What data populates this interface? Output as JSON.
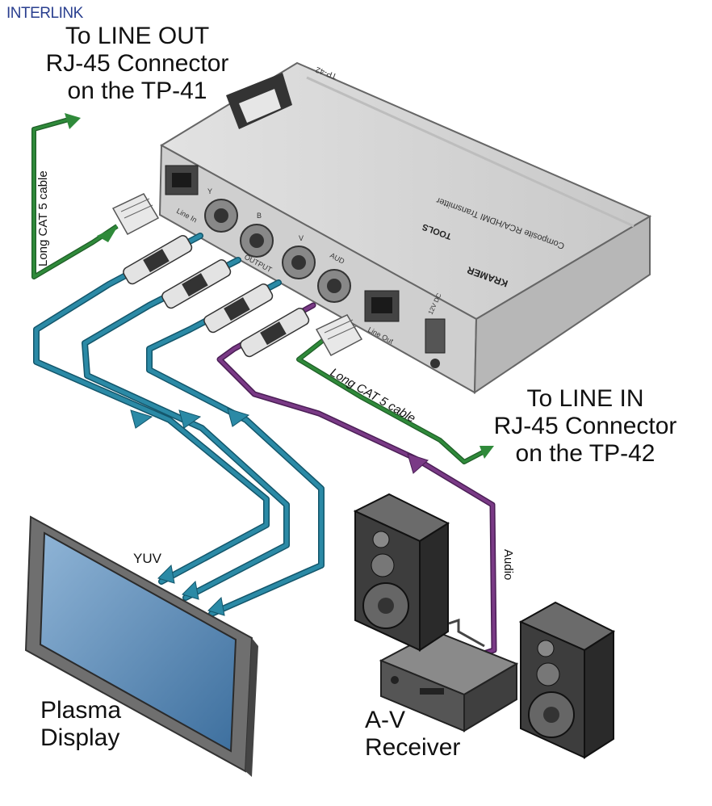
{
  "watermark": "INTERLINK",
  "callouts": {
    "line_out": [
      "To LINE OUT",
      "RJ-45 Connector",
      "on the TP-41"
    ],
    "line_in": [
      "To LINE IN",
      "RJ-45 Connector",
      "on the TP-42"
    ]
  },
  "cable_labels": {
    "left_cat5": "Long CAT 5 cable",
    "right_cat5": "Long CAT 5 cable",
    "audio": "Audio",
    "yuv": "YUV"
  },
  "device": {
    "model": "TP-42",
    "brand": "KRAMER",
    "brand_tagline": "TOOLS",
    "description": "Composite RCA/HDMI Transmitter",
    "port_line_in": "Line In",
    "port_line_out": "Line Out",
    "port_power": "12V DC",
    "jack_y": "Y",
    "jack_b": "B",
    "jack_v": "V",
    "jack_audio": "AUD",
    "group_label": "OUTPUT"
  },
  "equipment": {
    "display": [
      "Plasma",
      "Display"
    ],
    "receiver": [
      "A-V",
      "Receiver"
    ]
  },
  "colors": {
    "video_cable": "#2b8aa6",
    "video_cable_edge": "#13566b",
    "audio_cable": "#7a3a86",
    "cat5_cable": "#2f8a3a",
    "device_body": "#dcdcdc",
    "screen": "#5a8bb8"
  }
}
